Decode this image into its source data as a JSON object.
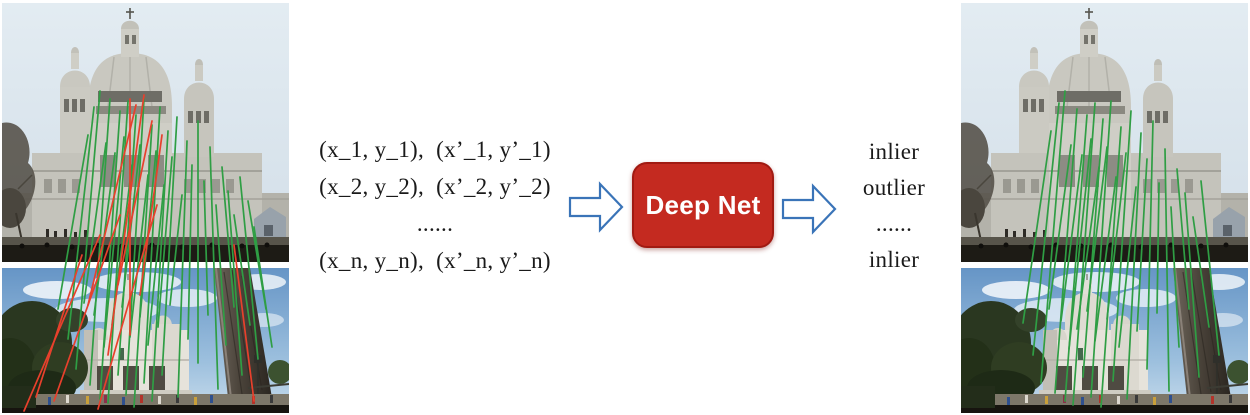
{
  "figure": {
    "inputs": {
      "lines": [
        "(x_1, y_1),  (x’_1, y’_1)",
        "(x_2, y_2),  (x’_2, y’_2)",
        "......",
        "(x_n, y_n),  (x’_n, y’_n)"
      ]
    },
    "deep_net_label": "Deep Net",
    "outputs": {
      "lines": [
        "inlier",
        "outlier",
        "......",
        "inlier"
      ]
    }
  },
  "colors": {
    "inlier_line": "#2f9e44",
    "outlier_line": "#e8402c",
    "box_fill": "#c42a20",
    "box_border": "#a11a12",
    "arrow_stroke": "#3a74b8",
    "text": "#1a1a1a"
  },
  "left_pair": {
    "matches": [
      [
        86,
        132,
        56,
        306,
        "g"
      ],
      [
        92,
        104,
        66,
        336,
        "g"
      ],
      [
        98,
        88,
        74,
        366,
        "g"
      ],
      [
        104,
        140,
        82,
        300,
        "g"
      ],
      [
        108,
        96,
        88,
        382,
        "g"
      ],
      [
        113,
        150,
        92,
        312,
        "g"
      ],
      [
        118,
        108,
        98,
        396,
        "g"
      ],
      [
        122,
        134,
        102,
        344,
        "g"
      ],
      [
        126,
        98,
        106,
        400,
        "g"
      ],
      [
        130,
        162,
        110,
        322,
        "g"
      ],
      [
        134,
        112,
        116,
        372,
        "g"
      ],
      [
        138,
        142,
        120,
        304,
        "g"
      ],
      [
        142,
        96,
        124,
        392,
        "g"
      ],
      [
        146,
        172,
        128,
        334,
        "g"
      ],
      [
        150,
        122,
        132,
        404,
        "g"
      ],
      [
        154,
        148,
        138,
        314,
        "g"
      ],
      [
        158,
        104,
        142,
        380,
        "g"
      ],
      [
        162,
        182,
        146,
        342,
        "g"
      ],
      [
        166,
        128,
        150,
        398,
        "g"
      ],
      [
        170,
        154,
        156,
        324,
        "g"
      ],
      [
        175,
        114,
        160,
        372,
        "g"
      ],
      [
        180,
        192,
        168,
        302,
        "g"
      ],
      [
        185,
        138,
        176,
        394,
        "g"
      ],
      [
        190,
        162,
        186,
        336,
        "g"
      ],
      [
        196,
        118,
        196,
        360,
        "g"
      ],
      [
        202,
        178,
        206,
        312,
        "g"
      ],
      [
        208,
        144,
        216,
        386,
        "g"
      ],
      [
        214,
        202,
        224,
        342,
        "g"
      ],
      [
        220,
        164,
        232,
        304,
        "g"
      ],
      [
        226,
        188,
        240,
        372,
        "g"
      ],
      [
        232,
        212,
        248,
        322,
        "g"
      ],
      [
        238,
        174,
        256,
        356,
        "g"
      ],
      [
        246,
        198,
        264,
        306,
        "g"
      ],
      [
        252,
        224,
        270,
        344,
        "g"
      ],
      [
        98,
        232,
        22,
        408,
        "r"
      ],
      [
        118,
        212,
        52,
        398,
        "r"
      ],
      [
        134,
        102,
        86,
        302,
        "r"
      ],
      [
        142,
        92,
        106,
        352,
        "r"
      ],
      [
        150,
        118,
        116,
        282,
        "r"
      ],
      [
        155,
        202,
        96,
        406,
        "r"
      ],
      [
        160,
        132,
        138,
        292,
        "r"
      ],
      [
        128,
        96,
        128,
        332,
        "r"
      ],
      [
        232,
        242,
        252,
        398,
        "r"
      ],
      [
        80,
        252,
        34,
        394,
        "r"
      ]
    ]
  },
  "right_pair": {
    "matches": [
      [
        90,
        128,
        62,
        320,
        "g"
      ],
      [
        98,
        100,
        72,
        352,
        "g"
      ],
      [
        104,
        88,
        80,
        380,
        "g"
      ],
      [
        110,
        142,
        88,
        306,
        "g"
      ],
      [
        116,
        106,
        94,
        390,
        "g"
      ],
      [
        121,
        152,
        100,
        318,
        "g"
      ],
      [
        126,
        112,
        104,
        398,
        "g"
      ],
      [
        130,
        136,
        108,
        346,
        "g"
      ],
      [
        134,
        100,
        112,
        402,
        "g"
      ],
      [
        138,
        164,
        116,
        326,
        "g"
      ],
      [
        142,
        116,
        122,
        374,
        "g"
      ],
      [
        146,
        144,
        126,
        308,
        "g"
      ],
      [
        150,
        98,
        130,
        394,
        "g"
      ],
      [
        155,
        174,
        134,
        338,
        "g"
      ],
      [
        160,
        124,
        140,
        404,
        "g"
      ],
      [
        165,
        150,
        146,
        316,
        "g"
      ],
      [
        170,
        108,
        152,
        378,
        "g"
      ],
      [
        175,
        184,
        158,
        344,
        "g"
      ],
      [
        180,
        130,
        166,
        396,
        "g"
      ],
      [
        186,
        156,
        176,
        328,
        "g"
      ],
      [
        192,
        118,
        186,
        366,
        "g"
      ],
      [
        198,
        180,
        196,
        310,
        "g"
      ],
      [
        204,
        146,
        208,
        388,
        "g"
      ],
      [
        210,
        204,
        218,
        344,
        "g"
      ],
      [
        216,
        166,
        228,
        306,
        "g"
      ],
      [
        224,
        190,
        238,
        374,
        "g"
      ],
      [
        232,
        214,
        248,
        324,
        "g"
      ],
      [
        240,
        178,
        258,
        352,
        "g"
      ]
    ]
  }
}
